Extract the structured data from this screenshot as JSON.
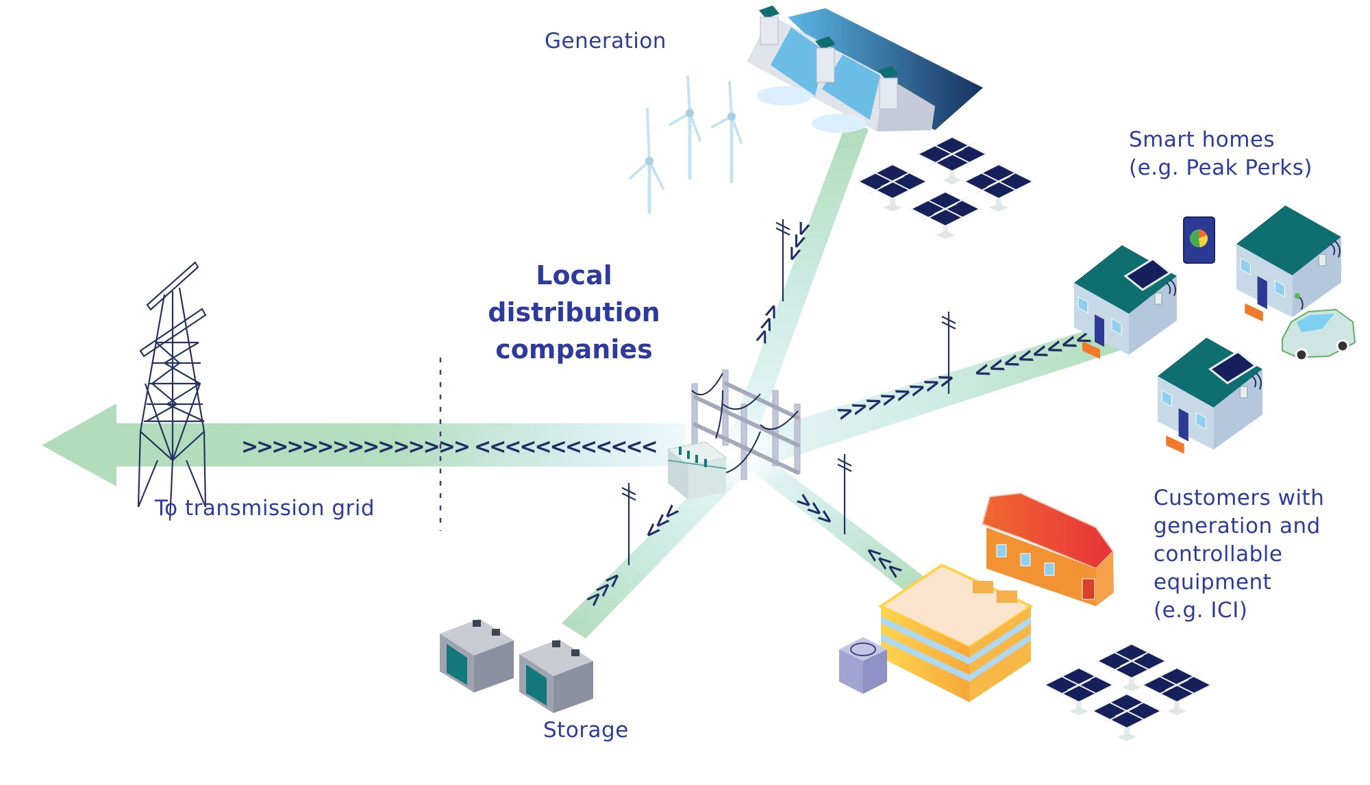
{
  "diagram": {
    "title_lines": [
      "Local",
      "distribution",
      "companies"
    ],
    "labels": {
      "generation": "Generation",
      "smart_homes": [
        "Smart homes",
        "(e.g. Peak Perks)"
      ],
      "customers": [
        "Customers with",
        "generation and",
        "controllable",
        "equipment",
        "(e.g. ICI)"
      ],
      "transmission": "To transmission grid",
      "storage": "Storage"
    },
    "flows": {
      "transmission_outbound": ">>>>>>>>>>>>>>>",
      "transmission_inbound": "<<<<<<<<<<<<",
      "homes_outbound": ">>>>>>>>",
      "homes_inbound": "<<<<<<<<",
      "generation_inbound": "<<<",
      "generation_outbound": ">>>",
      "storage_inbound": "<<<",
      "storage_outbound": ">>>",
      "customers_outbound": ">>>",
      "customers_inbound": "<<<"
    },
    "nodes": [
      {
        "id": "transmission-tower",
        "name": "Transmission tower"
      },
      {
        "id": "substation",
        "name": "Local distribution substation"
      },
      {
        "id": "hydro-dam",
        "name": "Hydro dam"
      },
      {
        "id": "wind-turbines",
        "name": "Wind turbines",
        "count": 3
      },
      {
        "id": "solar-farm-generation",
        "name": "Solar panels",
        "count": 4
      },
      {
        "id": "smart-homes",
        "name": "Smart homes",
        "count": 3
      },
      {
        "id": "tablet",
        "name": "Energy app tablet"
      },
      {
        "id": "electric-car",
        "name": "Electric vehicle"
      },
      {
        "id": "batteries",
        "name": "Batteries",
        "count": 2
      },
      {
        "id": "office-building",
        "name": "Commercial building"
      },
      {
        "id": "barn",
        "name": "Barn"
      },
      {
        "id": "ac-unit",
        "name": "HVAC unit"
      },
      {
        "id": "solar-farm-customers",
        "name": "Solar panels",
        "count": 4
      }
    ],
    "colors": {
      "text": "#2e3a9c",
      "chevron": "#1f2f66",
      "flow_green": "#b1dcb9",
      "flow_light": "#dff1f4",
      "dam_water_dark": "#1b3f77",
      "dam_water_light": "#4aa9d9",
      "roof": "#0f6e70",
      "house_wall": "#c7d9e6",
      "door": "#2c3a94",
      "steps": "#f07a2a",
      "solar": "#16215c",
      "barn_roof": "#e8433a",
      "barn_wall": "#f39233",
      "building": "#ffd24a",
      "battery": "#9aa1ad",
      "battery_panel": "#14787a"
    }
  }
}
